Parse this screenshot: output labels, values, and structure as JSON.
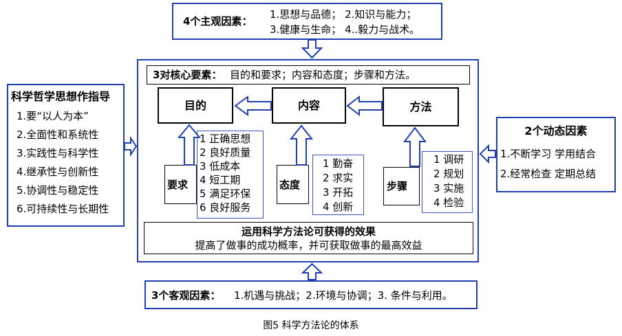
{
  "subjective": {
    "title": "4个主观因素：",
    "line1": "1.思想与品德；  2.知识与能力；",
    "line2": "3.健康与生命；  4..毅力与战术。"
  },
  "philosophy": {
    "title": "科学哲学思想作指导",
    "items": [
      "1.要“以人为本”",
      "2.全面性和系统性",
      "3.实践性与科学性",
      "4.继承性与创新性",
      "5.协调性与稳定性",
      "6.可持续性与长期性"
    ]
  },
  "dynamic": {
    "title": "2个动态因素",
    "items": [
      "1.不断学习 学用结合",
      "2.经常检查 定期总结"
    ]
  },
  "core": {
    "title": "3对核心要素：",
    "text": "目的和要求；内容和态度；步骤和方法。"
  },
  "goal": {
    "label": "目的"
  },
  "content": {
    "label": "内容"
  },
  "method": {
    "label": "方法"
  },
  "requirement": {
    "label": "要求",
    "items": [
      "1 正确思想",
      "2 良好质量",
      "3 低成本",
      "4 短工期",
      "5 满足环保",
      "6 良好服务"
    ]
  },
  "attitude": {
    "label": "态度",
    "items": [
      "1 勤奋",
      "2 求实",
      "3 开拓",
      "4 创新"
    ]
  },
  "steps": {
    "label": "步骤",
    "items": [
      "1 调研",
      "2 规划",
      "3 实施",
      "4 检验"
    ]
  },
  "effect": {
    "title": "运用科学方法论可获得的效果",
    "text": "提高了做事的成功概率，并可获取做事的最高效益"
  },
  "objective": {
    "title": "3个客观因素：",
    "text": "1.机遇与挑战；2.环境与协调；3. 条件与利用。"
  },
  "caption": "图5 科学方法论的体系",
  "colors": {
    "frame": "#1f3fb0",
    "text": "#000000"
  }
}
